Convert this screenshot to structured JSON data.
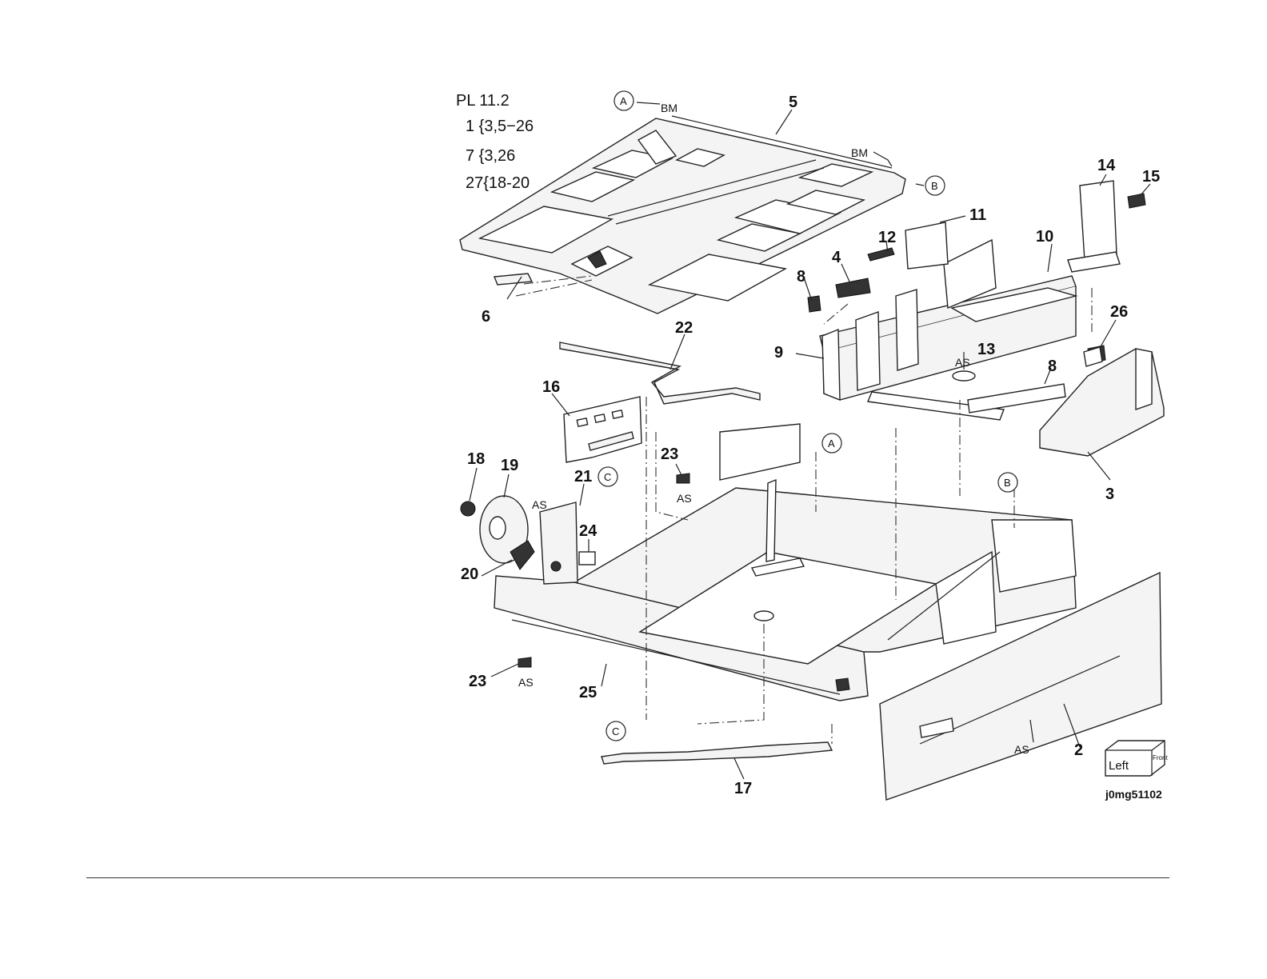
{
  "header": {
    "plate": "PL 11.2",
    "line1": "1 {3,5−26",
    "line2": "7 {3,26",
    "line3": "27{18-20"
  },
  "callouts": {
    "c1": "2",
    "c2": "3",
    "c3": "4",
    "c4": "5",
    "c5": "6",
    "c6": "8",
    "c7": "8",
    "c8": "9",
    "c9": "10",
    "c10": "11",
    "c11": "12",
    "c12": "13",
    "c13": "14",
    "c14": "15",
    "c15": "16",
    "c16": "17",
    "c17": "18",
    "c18": "19",
    "c19": "20",
    "c20": "21",
    "c21": "22",
    "c22": "23",
    "c23": "23",
    "c24": "24",
    "c25": "25",
    "c26": "26"
  },
  "tags": {
    "bm": "BM",
    "as": "AS"
  },
  "references": {
    "a": "A",
    "b": "B",
    "c": "C"
  },
  "orientation": {
    "left": "Left",
    "front": "Front"
  },
  "figure_id": "j0mg51102"
}
